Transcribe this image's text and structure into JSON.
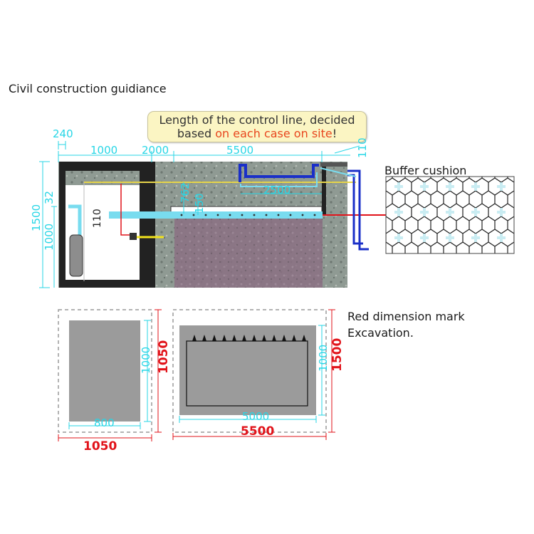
{
  "title": "Civil construction guidiance",
  "callout": {
    "line1": "Length of the control line, decided",
    "line2_prefix": "based ",
    "line2_highlight": "on each case on site",
    "line2_suffix": "!"
  },
  "buffer_label": "Buffer cushion",
  "red_note": {
    "line1": "Red dimension mark",
    "line2": "Excavation."
  },
  "colors": {
    "dimension": "#27d6e6",
    "excavation": "#e1131a",
    "callout_bg": "#fbf5c3",
    "callout_highlight": "#e8461e",
    "water_pipe": "#79dcef",
    "drain_pipe": "#1a2fc8"
  },
  "section_dims": {
    "d240": "240",
    "d1000": "1000",
    "d2000": "2000",
    "d5500": "5500",
    "d110_top": "110",
    "d1500": "1500",
    "d32": "32",
    "d1000_left": "1000",
    "d110_pipe": "110",
    "d762": "762",
    "d150": "150",
    "d2500": "2500"
  },
  "plan_small": {
    "height": "1000",
    "width": "800",
    "excavation_height": "1050",
    "excavation_width": "1050"
  },
  "plan_large": {
    "height": "1000",
    "width": "5000",
    "excavation_height": "1500",
    "excavation_width": "5500"
  }
}
